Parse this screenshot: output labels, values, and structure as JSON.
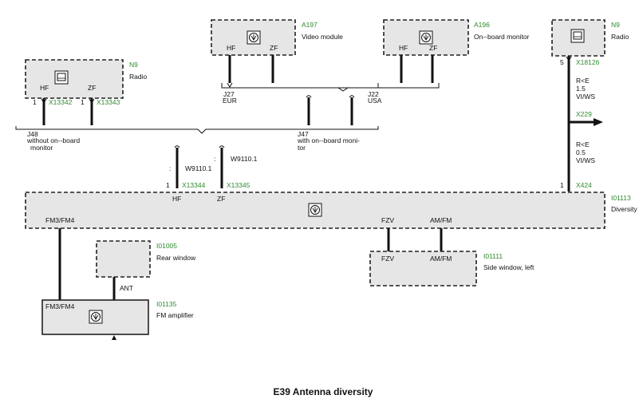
{
  "diagram": {
    "caption": "E39 Antenna diversity",
    "components": {
      "radio_left": {
        "id": "N9",
        "name": "Radio",
        "pin_hf": "HF",
        "pin_zf": "ZF",
        "conn_hf_num": "1",
        "conn_hf": "X13342",
        "conn_zf_num": "1",
        "conn_zf": "X13343"
      },
      "video": {
        "id": "A197",
        "name": "Video module",
        "pin_hf": "HF",
        "pin_zf": "ZF"
      },
      "monitor": {
        "id": "A196",
        "name": "On--board monitor",
        "pin_hf": "HF",
        "pin_zf": "ZF"
      },
      "radio_right": {
        "id": "N9",
        "name": "Radio",
        "conn_num": "5",
        "conn": "X18126"
      },
      "diversity": {
        "id": "I01113",
        "name": "Diversity",
        "pin_fm": "FM3/FM4",
        "pin_fzv": "FZV",
        "pin_amfm": "AM/FM",
        "conn_hf_num": "1",
        "conn_hf": "X13344",
        "pin_hf": "HF",
        "conn_zf": "X13345",
        "pin_zf": "ZF",
        "conn_right_num": "1",
        "conn_right": "X424"
      },
      "rear_window": {
        "id": "I01005",
        "name": "Rear window",
        "pin_ant": "ANT"
      },
      "fm_amp": {
        "id": "I01135",
        "name": "FM  amplifier",
        "pin_fm": "FM3/FM4"
      },
      "side_window": {
        "id": "I01111",
        "name": "Side window, left",
        "pin_fzv": "FZV",
        "pin_amfm": "AM/FM"
      }
    },
    "labels": {
      "j27": "J27",
      "eur": "EUR",
      "j22": "J22",
      "usa": "USA",
      "j48": "J48",
      "j48_desc1": "without on--board",
      "j48_desc2": "monitor",
      "j47": "J47",
      "j47_desc1": "with on--board moni-",
      "j47_desc2": "tor",
      "w1": "W9110.1",
      "w2": "W9110.1",
      "x229": "X229",
      "spec1_a": "R<E",
      "spec1_b": "1.5",
      "spec1_c": "VI/WS",
      "spec2_a": "R<E",
      "spec2_b": "0.5",
      "spec2_c": "VI/WS"
    }
  }
}
